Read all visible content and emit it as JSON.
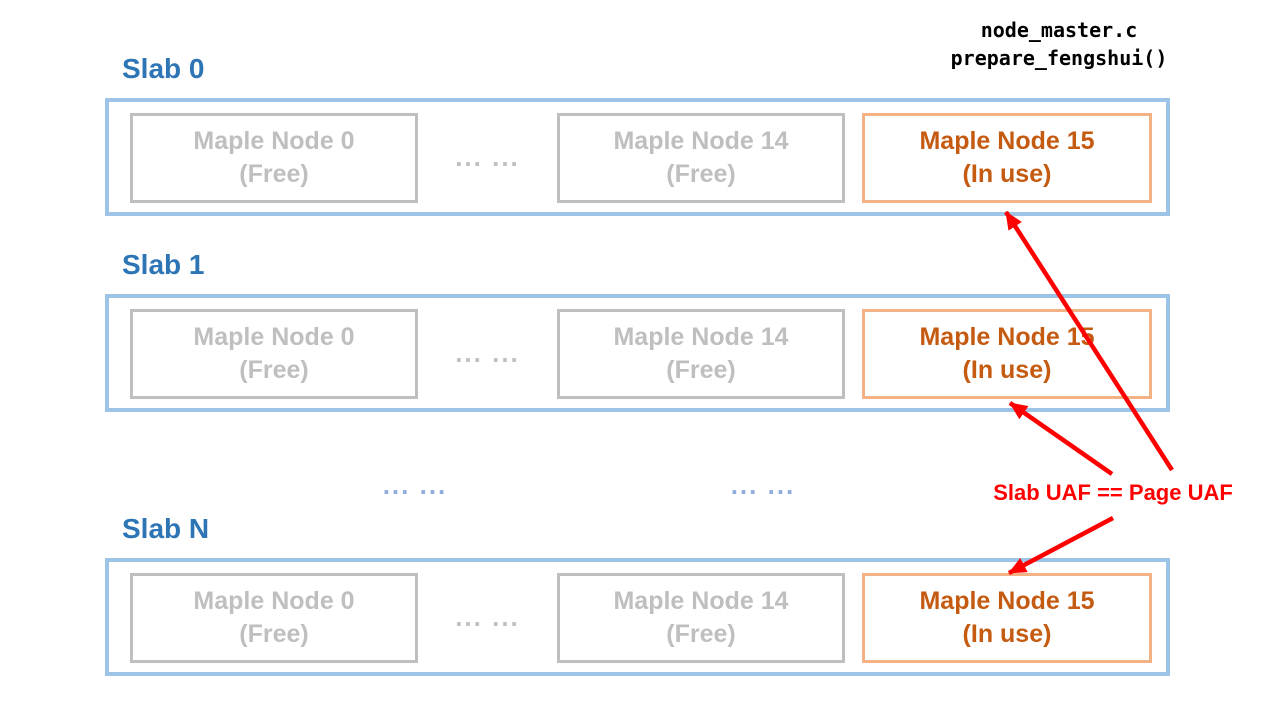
{
  "header": {
    "file": "node_master.c",
    "function": "prepare_fengshui()"
  },
  "slabs": [
    {
      "label": "Slab 0",
      "nodes": [
        {
          "title": "Maple Node 0",
          "status": "(Free)",
          "state": "free"
        },
        {
          "title": "Maple Node 14",
          "status": "(Free)",
          "state": "free"
        },
        {
          "title": "Maple Node 15",
          "status": "(In use)",
          "state": "inuse"
        }
      ]
    },
    {
      "label": "Slab 1",
      "nodes": [
        {
          "title": "Maple Node 0",
          "status": "(Free)",
          "state": "free"
        },
        {
          "title": "Maple Node 14",
          "status": "(Free)",
          "state": "free"
        },
        {
          "title": "Maple Node 15",
          "status": "(In use)",
          "state": "inuse"
        }
      ]
    },
    {
      "label": "Slab N",
      "nodes": [
        {
          "title": "Maple Node 0",
          "status": "(Free)",
          "state": "free"
        },
        {
          "title": "Maple Node 14",
          "status": "(Free)",
          "state": "free"
        },
        {
          "title": "Maple Node 15",
          "status": "(In use)",
          "state": "inuse"
        }
      ]
    }
  ],
  "dots": {
    "gray": "... ...",
    "blue": "... ..."
  },
  "annotation": {
    "label": "Slab UAF == Page UAF"
  },
  "colors": {
    "header_text": "#000000",
    "slab_label": "#2E75B6",
    "slab_border": "#9DC3E6",
    "free_border": "#BFBFBF",
    "free_text": "#BFBFBF",
    "inuse_border": "#F4B183",
    "inuse_text": "#C55A11",
    "blue_dots": "#8FAADC",
    "arrow": "#FF0000"
  }
}
